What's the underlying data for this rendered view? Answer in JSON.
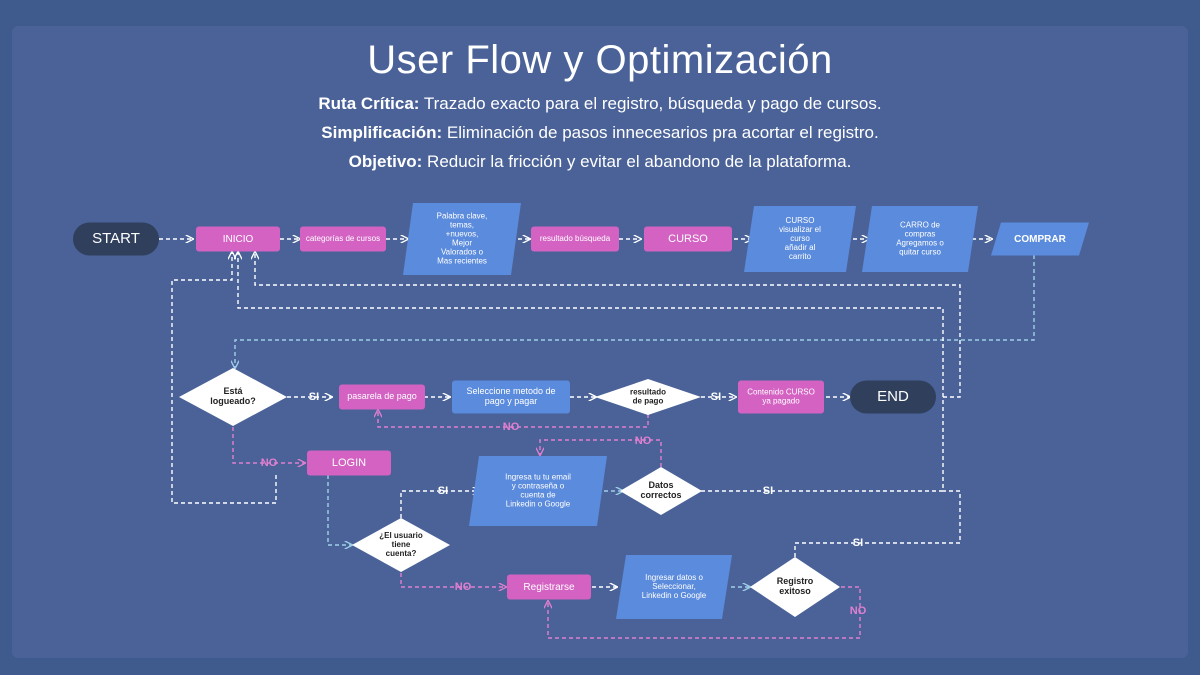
{
  "header": {
    "title": "User Flow y Optimización",
    "lines": [
      {
        "label": "Ruta Crítica:",
        "text": " Trazado exacto para el registro, búsqueda y pago de cursos."
      },
      {
        "label": "Simplificación:",
        "text": " Eliminación de pasos innecesarios pra acortar el registro."
      },
      {
        "label": "Objetivo:",
        "text": " Reducir la fricción y evitar el abandono de la plataforma."
      }
    ]
  },
  "colors": {
    "pink": "#d462c2",
    "blue": "#5b8bdc",
    "dark": "#2f3f5c",
    "white": "#ffffff",
    "edge_white": "#ffffff",
    "edge_pink": "#e07fd0",
    "edge_cyan": "#9fd0e8"
  },
  "nodes": {
    "start": {
      "label": [
        "START"
      ]
    },
    "inicio": {
      "label": [
        "INICIO"
      ]
    },
    "categorias": {
      "label": [
        "categorías de cursos"
      ]
    },
    "palabra": {
      "label": [
        "Palabra clave,",
        "temas,",
        "+nuevos,",
        "Mejor",
        "Valorados o",
        "Mas recientes"
      ]
    },
    "resultado_busqueda": {
      "label": [
        "resultado búsqueda"
      ]
    },
    "curso": {
      "label": [
        "CURSO"
      ]
    },
    "curso_visualizar": {
      "label": [
        "CURSO",
        "visualizar el",
        "curso",
        "añadir al",
        "carrito"
      ]
    },
    "carro": {
      "label": [
        "CARRO de",
        "compras",
        "Agregamos o",
        "quitar curso"
      ]
    },
    "comprar": {
      "label": [
        "COMPRAR"
      ]
    },
    "logueado": {
      "label": [
        "Está",
        "logueado?"
      ]
    },
    "pasarela": {
      "label": [
        "pasarela de pago"
      ]
    },
    "metodo": {
      "label": [
        "Seleccione metodo de",
        "pago y pagar"
      ]
    },
    "resultado_pago": {
      "label": [
        "resultado",
        "de pago"
      ]
    },
    "contenido": {
      "label": [
        "Contenido CURSO",
        "ya pagado"
      ]
    },
    "end": {
      "label": [
        "END"
      ]
    },
    "login": {
      "label": [
        "LOGIN"
      ]
    },
    "ingresa": {
      "label": [
        "Ingresa tu tu email",
        "y contraseña o",
        "cuenta de",
        "Linkedin o Google"
      ]
    },
    "datos": {
      "label": [
        "Datos",
        "correctos"
      ]
    },
    "tiene_cuenta": {
      "label": [
        "¿El usuario",
        "tiene",
        "cuenta?"
      ]
    },
    "registrarse": {
      "label": [
        "Registrarse"
      ]
    },
    "ingresar_datos": {
      "label": [
        "Ingresar datos o",
        "Seleccionar,",
        "Linkedin o Google"
      ]
    },
    "registro": {
      "label": [
        "Registro",
        "exitoso"
      ]
    }
  },
  "edge_labels": {
    "si_1": "SI",
    "si_2": "SI",
    "no_1": "NO",
    "no_2": "NO",
    "no_3": "NO",
    "si_3": "SI",
    "si_4": "SI",
    "no_4": "NO",
    "si_5": "SI",
    "no_5": "NO"
  }
}
